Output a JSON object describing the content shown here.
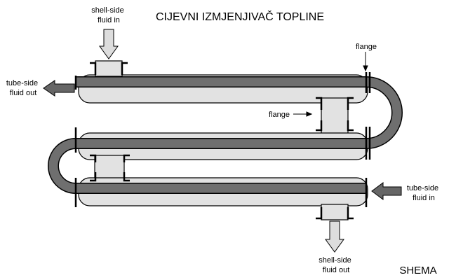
{
  "title": "CIJEVNI IZMJENJIVAČ TOPLINE",
  "corner_label": "SHEMA",
  "labels": {
    "shell_side_in": [
      "shell-side",
      "fluid in"
    ],
    "shell_side_out": [
      "shell-side",
      "fluid out"
    ],
    "tube_side_out": [
      "tube-side",
      "fluid out"
    ],
    "tube_side_in": [
      "tube-side",
      "fluid in"
    ],
    "flange_top": "flange",
    "flange_middle": "flange"
  },
  "colors": {
    "tube": "#6f6f6f",
    "shell": "#e2e2e2",
    "arrow_dark": "#666666",
    "arrow_light": "#dddddd",
    "outline": "#000000"
  }
}
